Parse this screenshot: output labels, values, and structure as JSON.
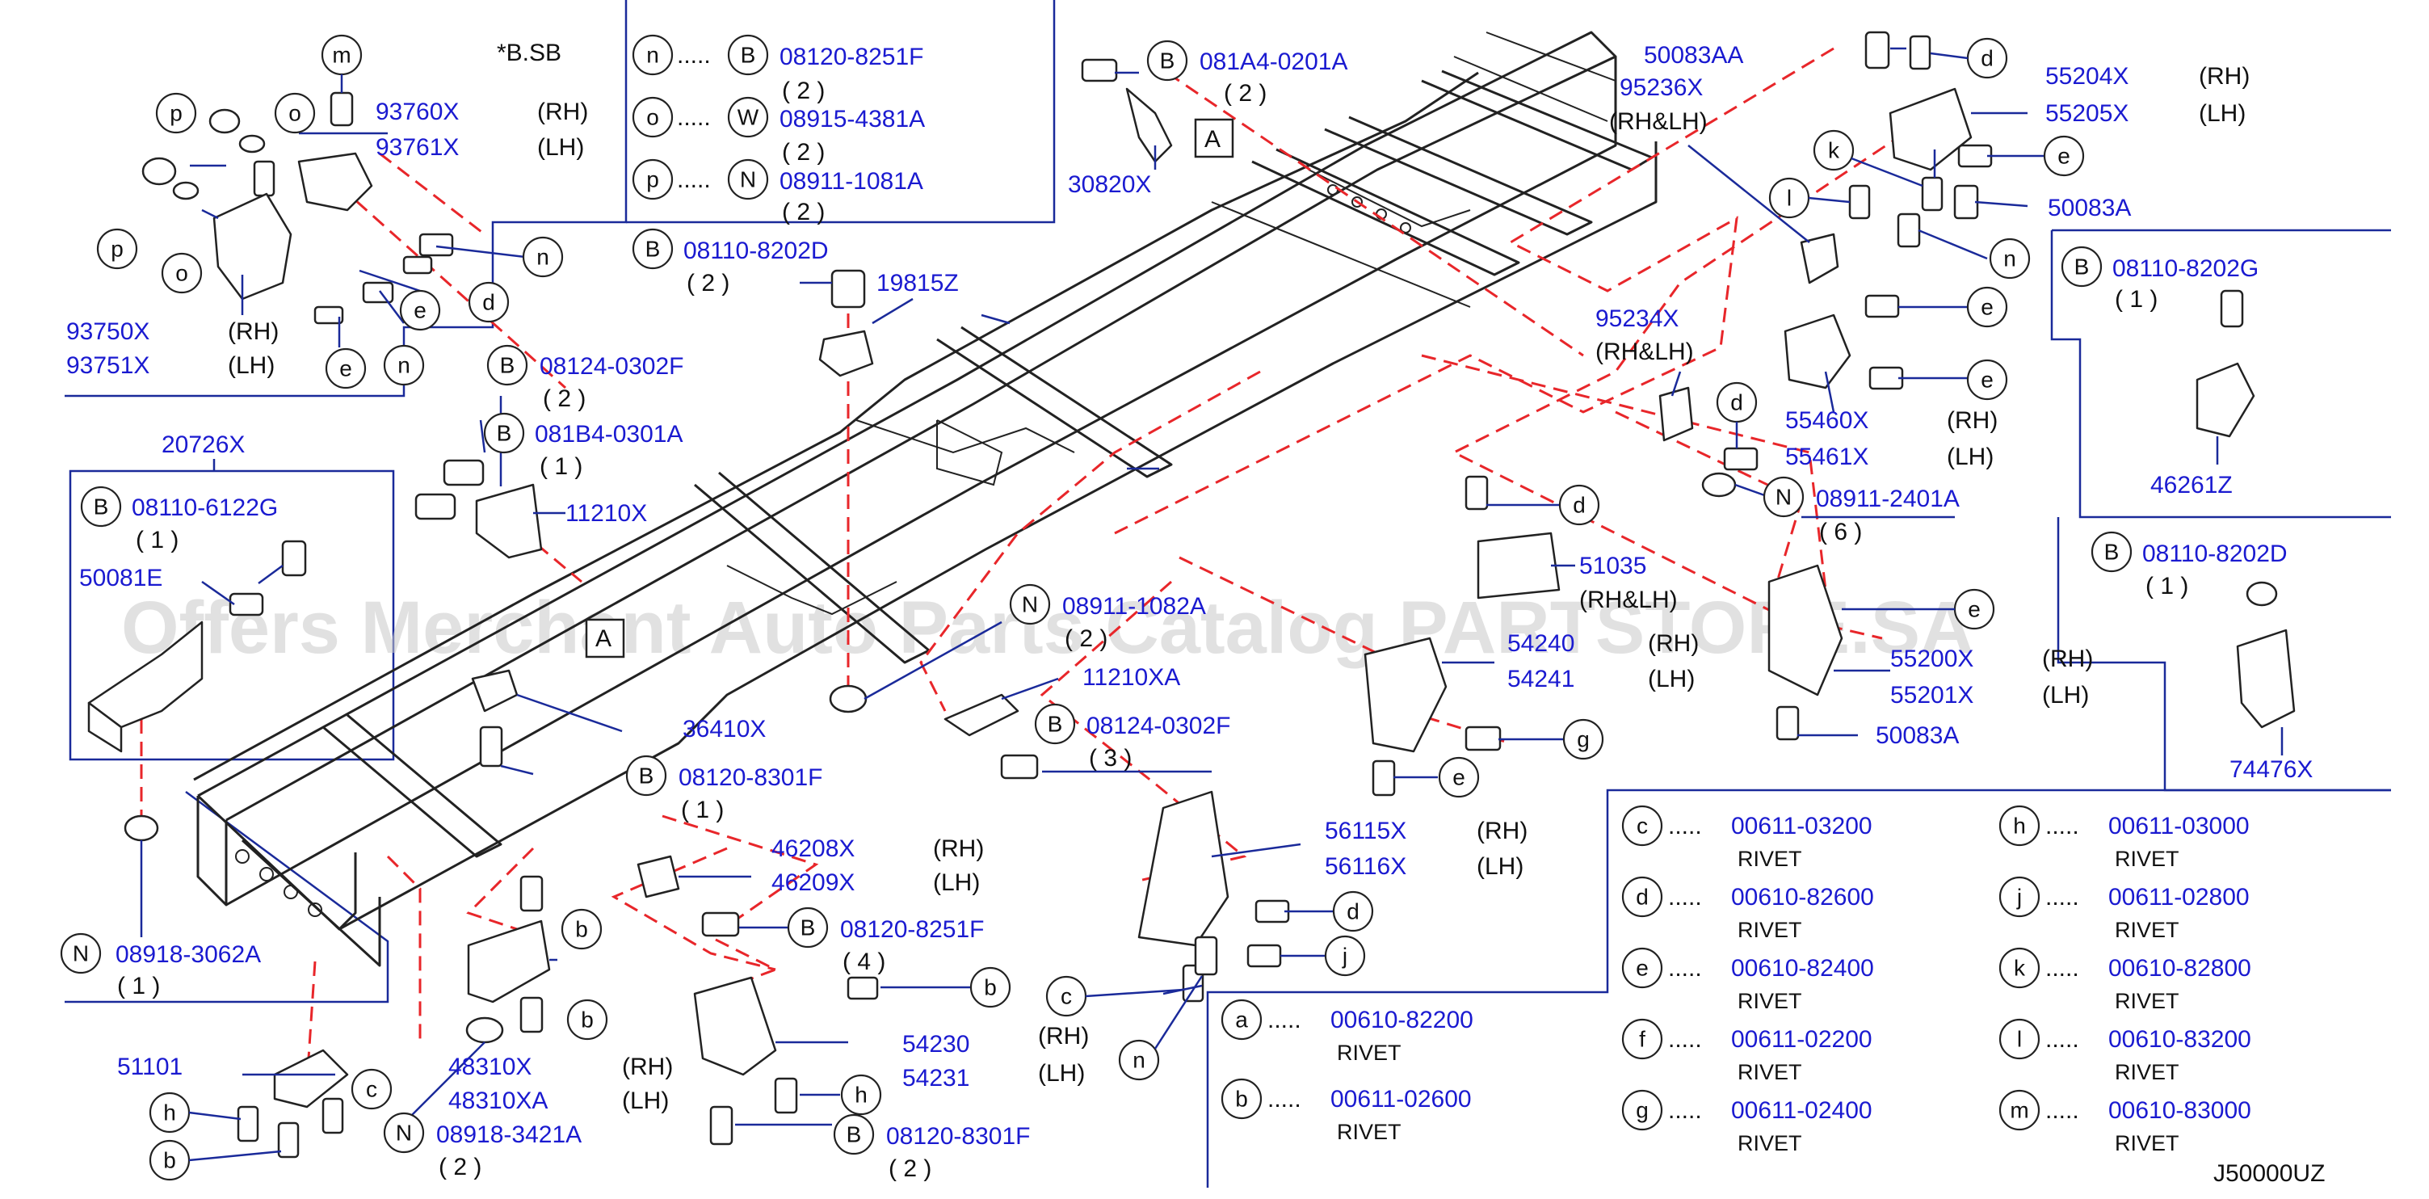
{
  "labels": {
    "bsb": "*B.SB",
    "m": "m",
    "n": "n",
    "o": "o",
    "p": "p",
    "a": "a",
    "b": "b",
    "c": "c",
    "d": "d",
    "e": "e",
    "f": "f",
    "g": "g",
    "h": "h",
    "j": "j",
    "k": "k",
    "l": "l",
    "B": "B",
    "W": "W",
    "N": "N",
    "A": "A",
    "dots": ".....",
    "rh": "(RH)",
    "lh": "(LH)",
    "rhlh": "(RH&LH)",
    "q1": "( 1 )",
    "q2": "( 2 )",
    "q3": "( 3 )",
    "q4": "( 4 )",
    "q6": "( 6 )",
    "rivet": "RIVET",
    "watermark": "Offers Merchant Auto Parts Catalog PARTSTORE.SA",
    "code": "J50000UZ"
  },
  "parts": {
    "p93760X": "93760X",
    "p93761X": "93761X",
    "p93750X": "93750X",
    "p93751X": "93751X",
    "p08120_8251F": "08120-8251F",
    "p08915_4381A": "08915-4381A",
    "p08911_1081A": "08911-1081A",
    "p081A4_0201A": "081A4-0201A",
    "p30820X": "30820X",
    "p08110_8202D": "08110-8202D",
    "p19815Z": "19815Z",
    "p08124_0302F": "08124-0302F",
    "p081B4_0301A": "081B4-0301A",
    "p11210X": "11210X",
    "p20726X": "20726X",
    "p08110_6122G": "08110-6122G",
    "p50081E": "50081E",
    "p08911_1082A": "08911-1082A",
    "p11210XA": "11210XA",
    "p36410X": "36410X",
    "p08120_8301F": "08120-8301F",
    "p08918_3062A": "08918-3062A",
    "p46208X": "46208X",
    "p46209X": "46209X",
    "p51101": "51101",
    "p48310X": "48310X",
    "p48310XA": "48310XA",
    "p08918_3421A": "08918-3421A",
    "p54230": "54230",
    "p54231": "54231",
    "p56115X": "56115X",
    "p56116X": "56116X",
    "p51035": "51035",
    "p54240": "54240",
    "p54241": "54241",
    "p50083AA": "50083AA",
    "p95236X": "95236X",
    "p55204X": "55204X",
    "p55205X": "55205X",
    "p50083A": "50083A",
    "p95234X": "95234X",
    "p55460X": "55460X",
    "p55461X": "55461X",
    "p08911_2401A": "08911-2401A",
    "p08110_8202G": "08110-8202G",
    "p46261Z": "46261Z",
    "p55200X": "55200X",
    "p55201X": "55201X",
    "p74476X": "74476X"
  },
  "rivets": [
    {
      "letter": "a",
      "part": "00610-82200"
    },
    {
      "letter": "b",
      "part": "00611-02600"
    },
    {
      "letter": "c",
      "part": "00611-03200"
    },
    {
      "letter": "d",
      "part": "00610-82600"
    },
    {
      "letter": "e",
      "part": "00610-82400"
    },
    {
      "letter": "f",
      "part": "00611-02200"
    },
    {
      "letter": "g",
      "part": "00611-02400"
    },
    {
      "letter": "h",
      "part": "00611-03000"
    },
    {
      "letter": "j",
      "part": "00611-02800"
    },
    {
      "letter": "k",
      "part": "00610-82800"
    },
    {
      "letter": "l",
      "part": "00610-83200"
    },
    {
      "letter": "m",
      "part": "00610-83000"
    }
  ]
}
